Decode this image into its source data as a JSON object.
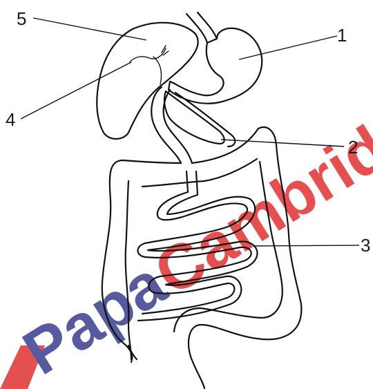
{
  "labels": {
    "l1": "1",
    "l2": "2",
    "l3": "3",
    "l4": "4",
    "l5": "5"
  },
  "watermark": {
    "text": "PapaCambridge",
    "color_red": "#e03030",
    "color_blue": "#3a3d8f"
  }
}
